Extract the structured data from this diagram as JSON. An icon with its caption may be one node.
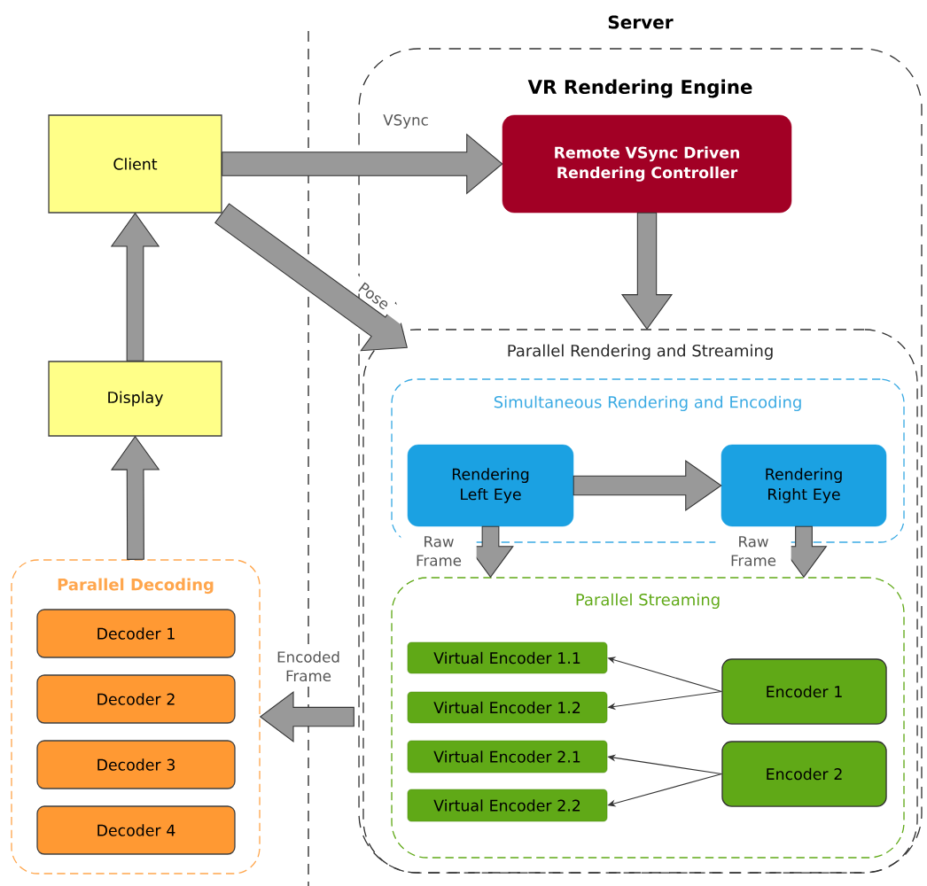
{
  "diagram": {
    "nodes": [
      {
        "text": [
          "Client"
        ]
      },
      {
        "text": [
          "Display"
        ]
      },
      {
        "text": [
          "Parallel Decoding"
        ]
      },
      {
        "text": [
          "Decoder 1"
        ],
        "in": 2
      },
      {
        "text": [
          "Decoder 2"
        ],
        "in": 2
      },
      {
        "text": [
          "Decoder 3"
        ],
        "in": 2
      },
      {
        "text": [
          "Decoder 4"
        ],
        "in": 2
      },
      {
        "text": [
          "Server",
          "VR Rendering Engine"
        ]
      },
      {
        "text": [
          "Remote VSync Driven Rendering Controller"
        ],
        "in": 7
      },
      {
        "text": [
          "Parallel Rendering and Streaming"
        ],
        "in": 7
      },
      {
        "text": [
          "Simultaneous Rendering and Encoding"
        ],
        "in": 9
      },
      {
        "text": [
          "Rendering Left Eye"
        ],
        "in": 10
      },
      {
        "text": [
          "Rendering Right Eye"
        ],
        "in": 10
      },
      {
        "text": [
          "Parallel Streaming"
        ],
        "in": 9
      },
      {
        "text": [
          "Virtual Encoder 1.1"
        ],
        "in": 13
      },
      {
        "text": [
          "Virtual Encoder 1.2"
        ],
        "in": 13
      },
      {
        "text": [
          "Virtual Encoder 2.1"
        ],
        "in": 13
      },
      {
        "text": [
          "Virtual Encoder 2.2"
        ],
        "in": 13
      },
      {
        "text": [
          "Encoder 1"
        ],
        "in": 13
      },
      {
        "text": [
          "Encoder 2"
        ],
        "in": 13
      }
    ],
    "edges": [
      {
        "from": 0,
        "to": 8,
        "arrow": "to",
        "label": "VSync",
        "style": "thick"
      },
      {
        "from": 0,
        "to": 9,
        "arrow": "to",
        "label": "Pose",
        "style": "thick"
      },
      {
        "from": 8,
        "to": 9,
        "arrow": "to",
        "style": "thick"
      },
      {
        "from": 1,
        "to": 0,
        "arrow": "to",
        "style": "thick"
      },
      {
        "from": 2,
        "to": 1,
        "arrow": "to",
        "style": "thick"
      },
      {
        "from": 11,
        "to": 12,
        "arrow": "to",
        "style": "thick"
      },
      {
        "from": 11,
        "to": 13,
        "arrow": "to",
        "label": "Raw Frame",
        "style": "thick"
      },
      {
        "from": 12,
        "to": 13,
        "arrow": "to",
        "label": "Raw Frame",
        "style": "thick"
      },
      {
        "from": 9,
        "to": 2,
        "arrow": "to",
        "label": "Encoded Frame",
        "style": "thick"
      },
      {
        "from": 18,
        "to": 14,
        "arrow": "to"
      },
      {
        "from": 18,
        "to": 15,
        "arrow": "to"
      },
      {
        "from": 19,
        "to": 16,
        "arrow": "to"
      },
      {
        "from": 19,
        "to": 17,
        "arrow": "to"
      }
    ]
  }
}
